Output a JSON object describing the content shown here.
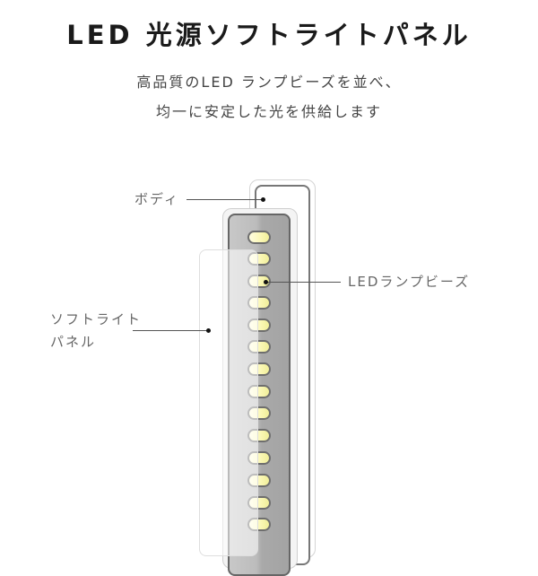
{
  "header": {
    "title": "LED 光源ソフトライトパネル",
    "subtitle_line1": "高品質のLED ランプビーズを並べ、",
    "subtitle_line2": "均一に安定した光を供給します"
  },
  "diagram": {
    "labels": {
      "body": "ボディ",
      "led_beads": "LEDランプビーズ",
      "soft_panel_line1": "ソフトライト",
      "soft_panel_line2": "パネル"
    },
    "bead_count_visible": 14,
    "colors": {
      "bead_fill": "#fbf8b8",
      "strip_gray": "#b4b4b4",
      "outline": "#6e6e6e",
      "leader_line": "#555555"
    }
  }
}
